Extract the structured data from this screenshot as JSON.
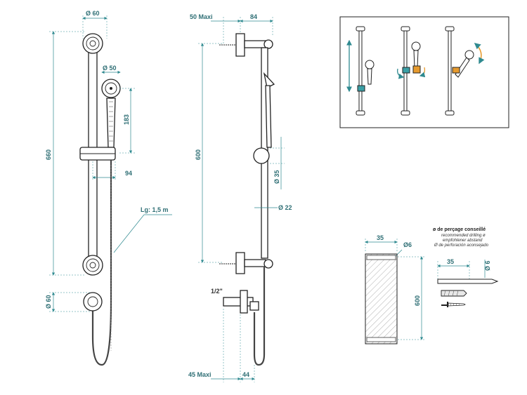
{
  "front_view": {
    "bracket_diameter": "Ø 60",
    "bar_height": "660",
    "head_diameter": "Ø 50",
    "head_spacing": "183",
    "slider_offset": "94",
    "hose_length": "Lg: 1,5 m",
    "outlet_diameter": "Ø 60"
  },
  "side_view": {
    "max_wall_top": "50 Maxi",
    "bar_depth": "84",
    "bracket_spacing": "600",
    "knob_diameter": "Ø 35",
    "bar_diameter": "Ø 22",
    "thread_size": "1/2\"",
    "max_wall_bottom": "45 Maxi",
    "outlet_depth": "44"
  },
  "drilling": {
    "title": "ø de perçage conseillé",
    "subtitle_en": "recommended drilling ø",
    "subtitle_de": "empfohlener abstand",
    "subtitle_es": "Ø de perforación aconsejado",
    "plate_width": "35",
    "hole_diameter": "Ø6",
    "plate_height": "600",
    "plug_length": "35",
    "plug_diameter": "Ø 6"
  },
  "colors": {
    "dimension": "#2f8a90",
    "arrow_orange": "#e69a2e",
    "line": "#222222"
  }
}
